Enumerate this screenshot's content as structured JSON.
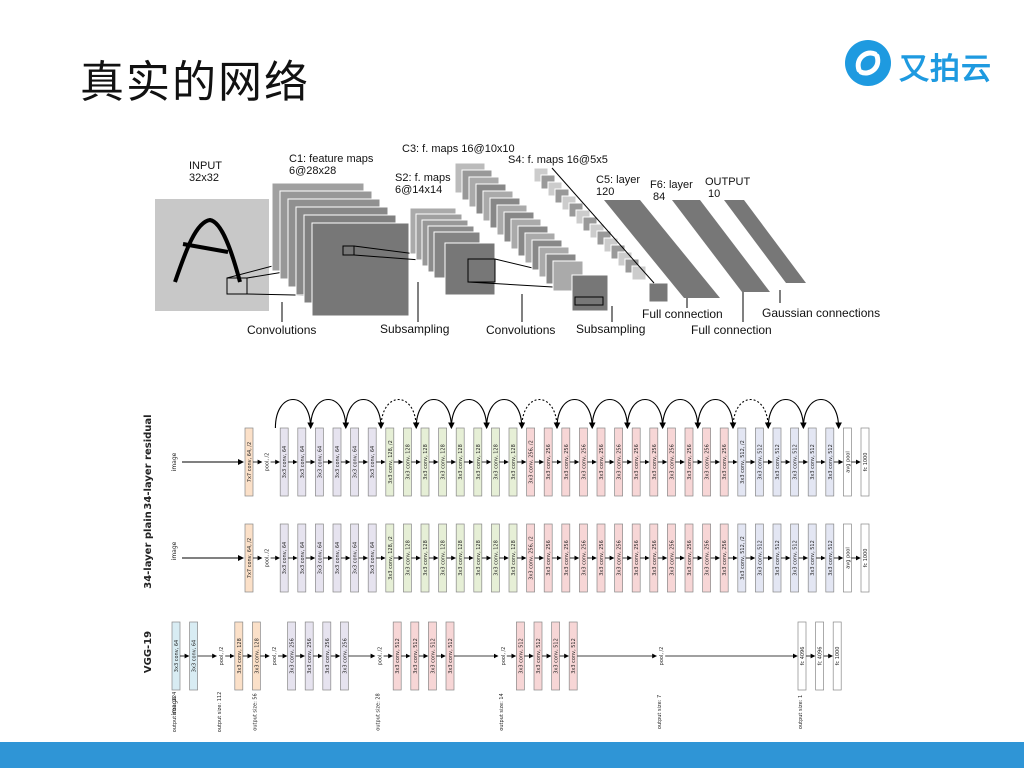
{
  "slide": {
    "title": "真实的网络",
    "logo_text": "又拍云",
    "logo_icon": "upyun-logo-icon",
    "accent_color": "#2f95d6"
  },
  "lenet": {
    "labels": {
      "input": "INPUT\n32x32",
      "c1": "C1: feature maps\n6@28x28",
      "s2": "S2: f. maps\n6@14x14",
      "c3": "C3: f. maps 16@10x10",
      "s4": "S4: f. maps 16@5x5",
      "c5": "C5: layer\n120",
      "f6": "F6: layer\n 84",
      "output": "OUTPUT\n 10"
    },
    "ops": {
      "conv1": "Convolutions",
      "sub1": "Subsampling",
      "conv2": "Convolutions",
      "sub2": "Subsampling",
      "full1": "Full connection",
      "full2": "Full connection",
      "gauss": "Gaussian connections"
    }
  },
  "resnet": {
    "rows": {
      "residual": "34-layer residual",
      "plain": "34-layer plain",
      "vgg": "VGG-19"
    },
    "image_label": "image",
    "res_blocks": [
      "7x7 conv, 64, /2",
      "pool, /2",
      "3x3 conv, 64",
      "3x3 conv, 64",
      "3x3 conv, 64",
      "3x3 conv, 64",
      "3x3 conv, 64",
      "3x3 conv, 64",
      "3x3 conv, 128, /2",
      "3x3 conv, 128",
      "3x3 conv, 128",
      "3x3 conv, 128",
      "3x3 conv, 128",
      "3x3 conv, 128",
      "3x3 conv, 128",
      "3x3 conv, 128",
      "3x3 conv, 256, /2",
      "3x3 conv, 256",
      "3x3 conv, 256",
      "3x3 conv, 256",
      "3x3 conv, 256",
      "3x3 conv, 256",
      "3x3 conv, 256",
      "3x3 conv, 256",
      "3x3 conv, 256",
      "3x3 conv, 256",
      "3x3 conv, 256",
      "3x3 conv, 256",
      "3x3 conv, 512, /2",
      "3x3 conv, 512",
      "3x3 conv, 512",
      "3x3 conv, 512",
      "3x3 conv, 512",
      "3x3 conv, 512",
      "avg pool",
      "fc 1000"
    ],
    "vgg_blocks": [
      {
        "label": "3x3 conv, 64",
        "pos": 0
      },
      {
        "label": "3x3 conv, 64",
        "pos": 1
      },
      {
        "label": "pool, /2",
        "pos": 2
      },
      {
        "label": "3x3 conv, 128",
        "pos": 3
      },
      {
        "label": "3x3 conv, 128",
        "pos": 4
      },
      {
        "label": "pool, /2",
        "pos": 5
      },
      {
        "label": "3x3 conv, 256",
        "pos": 6
      },
      {
        "label": "3x3 conv, 256",
        "pos": 7
      },
      {
        "label": "3x3 conv, 256",
        "pos": 8
      },
      {
        "label": "3x3 conv, 256",
        "pos": 9
      },
      {
        "label": "pool, /2",
        "pos": 11
      },
      {
        "label": "3x3 conv, 512",
        "pos": 12
      },
      {
        "label": "3x3 conv, 512",
        "pos": 13
      },
      {
        "label": "3x3 conv, 512",
        "pos": 14
      },
      {
        "label": "3x3 conv, 512",
        "pos": 15
      },
      {
        "label": "pool, /2",
        "pos": 18
      },
      {
        "label": "3x3 conv, 512",
        "pos": 19
      },
      {
        "label": "3x3 conv, 512",
        "pos": 20
      },
      {
        "label": "3x3 conv, 512",
        "pos": 21
      },
      {
        "label": "3x3 conv, 512",
        "pos": 22
      },
      {
        "label": "pool, /2",
        "pos": 27
      },
      {
        "label": "fc 4096",
        "pos": 35
      },
      {
        "label": "fc 4096",
        "pos": 36
      },
      {
        "label": "fc 1000",
        "pos": 37
      }
    ],
    "output_sizes": [
      {
        "label": "output size: 224",
        "pos": 0
      },
      {
        "label": "output size: 112",
        "pos": 2
      },
      {
        "label": "output size: 56",
        "pos": 4
      },
      {
        "label": "output size: 28",
        "pos": 11
      },
      {
        "label": "output size: 14",
        "pos": 18
      },
      {
        "label": "output size: 7",
        "pos": 27
      },
      {
        "label": "output size: 1",
        "pos": 35
      }
    ]
  }
}
